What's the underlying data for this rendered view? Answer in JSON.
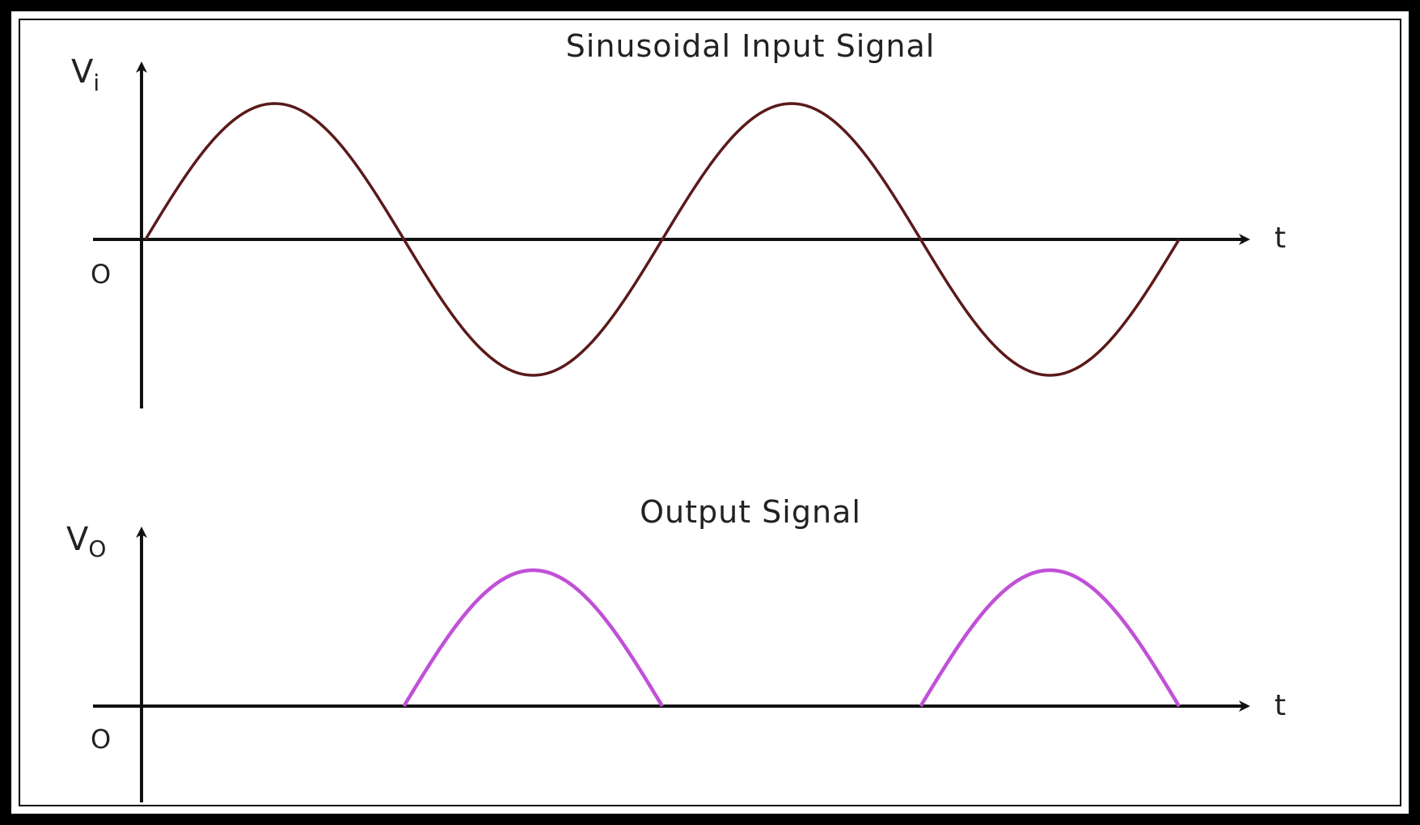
{
  "colors": {
    "background": "#ffffff",
    "frame": "#000000",
    "axis": "#111111",
    "input_wave": "#5a1a1a",
    "output_wave": "#c050d8"
  },
  "input_panel": {
    "title": "Sinusoidal Input Signal",
    "y_label_main": "V",
    "y_label_sub": "i",
    "origin_label": "O",
    "x_label": "t"
  },
  "output_panel": {
    "title": "Output Signal",
    "y_label_main": "V",
    "y_label_sub": "O",
    "origin_label": "O",
    "x_label": "t"
  },
  "chart_data": [
    {
      "type": "line",
      "title": "Sinusoidal Input Signal",
      "xlabel": "t",
      "ylabel": "Vi",
      "cycles": 2,
      "amplitude": 1,
      "series": [
        {
          "name": "",
          "shape": "sine",
          "x_periods": [
            0,
            2
          ],
          "values": [
            0,
            1,
            0,
            -1,
            0,
            1,
            0,
            -1,
            0
          ]
        }
      ]
    },
    {
      "type": "line",
      "title": "Output Signal",
      "xlabel": "t",
      "ylabel": "Vo",
      "cycles": 2,
      "amplitude": 1,
      "series": [
        {
          "name": "",
          "shape": "half-wave-rectified-inverted",
          "x_periods": [
            0,
            2
          ],
          "values": [
            0,
            0,
            0,
            1,
            0,
            0,
            0,
            1,
            0
          ]
        }
      ]
    }
  ]
}
